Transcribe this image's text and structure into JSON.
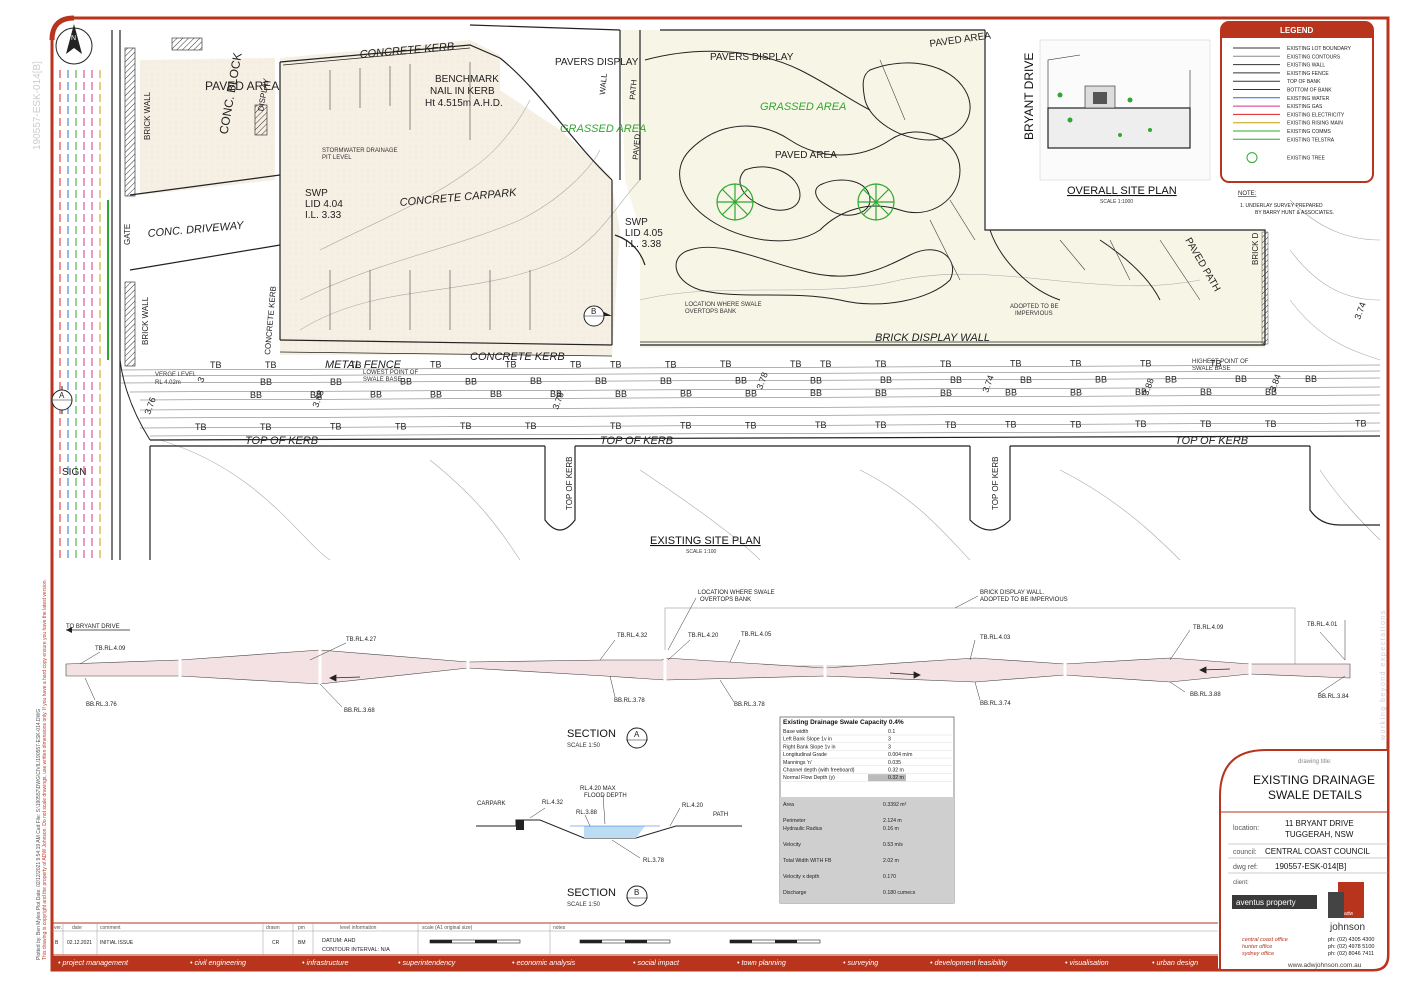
{
  "drawing_number_side": "190557-ESK-014[B]",
  "side_note": "This drawing is copyright and the property of ADW Johnson. Do not scale drawings, use written dimensions only. If you have a hard copy ensure you have the latest version.",
  "plotted_by": "Plotted by: Ben Myles  Plot Date: 02/12/2021 9:54:19 AM  Cad File: S:\\190557\\DWG\\CIVIL\\190557-ESK-014.DWG",
  "main_plan": {
    "title": "EXISTING SITE PLAN",
    "scale": "SCALE 1:100",
    "labels": {
      "concrete_kerb_top": "CONCRETE KERB",
      "paved_area_block": "PAVED AREA",
      "conc_block": "CONC. BLOCK",
      "display": "DISPLAY",
      "benchmark_1": "BENCHMARK",
      "benchmark_2": "NAIL IN KERB",
      "benchmark_3": "Ht 4.515m A.H.D.",
      "pavers_display": "PAVERS DISPLAY",
      "pavers_display_2": "PAVERS DISPLAY",
      "wall": "WALL",
      "path": "PATH",
      "paved": "PAVED",
      "grassed_area": "GRASSED AREA",
      "grassed_area_2": "GRASSED AREA",
      "paved_area": "PAVED AREA",
      "paved_area_2": "PAVED AREA",
      "brick_wall": "BRICK WALL",
      "brick_wall_2": "BRICK WALL",
      "gate": "GATE",
      "conc_driveway": "CONC. DRIVEWAY",
      "stormwater_1": "STORMWATER DRAINAGE",
      "stormwater_2": "PIT LEVEL",
      "swp1_1": "SWP",
      "swp1_2": "LID 4.04",
      "swp1_3": "I.L. 3.33",
      "concrete_carpark": "CONCRETE CARPARK",
      "swp2_1": "SWP",
      "swp2_2": "LID 4.05",
      "swp2_3": "I.L. 3.38",
      "concrete_kerb_side": "CONCRETE KERB",
      "metal_fence": "METAL FENCE",
      "concrete_kerb_bottom": "CONCRETE KERB",
      "location_overtop_1": "LOCATION WHERE SWALE",
      "location_overtop_2": "OVERTOPS BANK",
      "adopted_1": "ADOPTED TO BE",
      "adopted_2": "IMPERVIOUS",
      "brick_display_wall": "BRICK DISPLAY WALL",
      "paved_path": "PAVED PATH",
      "brick_d": "BRICK D",
      "verge_1": "VERGE LEVEL",
      "verge_2": "RL 4.02m",
      "lowest_1": "LOWEST POINT OF",
      "lowest_2": "SWALE BASE",
      "highest_1": "HIGHEST POINT OF",
      "highest_2": "SWALE BASE",
      "top_of_kerb": "TOP OF KERB",
      "sign": "SIGN",
      "section_a_marker": "A",
      "section_b_marker": "B"
    },
    "tb": "TB",
    "bb": "BB",
    "swale_levels": [
      "3",
      "3.76",
      "3.68",
      "3.78",
      "3.78",
      "3.74",
      "3.88",
      "3.84",
      "3.74"
    ]
  },
  "overall_site_plan": {
    "title": "OVERALL SITE PLAN",
    "scale": "SCALE 1:1000",
    "road": "BRYANT DRIVE"
  },
  "legend": {
    "title": "LEGEND",
    "items": [
      {
        "label": "EXISTING LOT BOUNDARY",
        "color": "#333333"
      },
      {
        "label": "EXISTING CONTOURS",
        "color": "#888888"
      },
      {
        "label": "EXISTING WALL",
        "color": "#333333"
      },
      {
        "label": "EXISTING FENCE",
        "color": "#333333"
      },
      {
        "label": "TOP OF BANK",
        "color": "#333333"
      },
      {
        "label": "BOTTOM OF BANK",
        "color": "#333333"
      },
      {
        "label": "EXISTING WATER",
        "color": "#2a6fdb"
      },
      {
        "label": "EXISTING GAS",
        "color": "#d4358b"
      },
      {
        "label": "EXISTING ELECTRICITY",
        "color": "#e02020"
      },
      {
        "label": "EXISTING RISING MAIN",
        "color": "#c8a000"
      },
      {
        "label": "EXISTING COMMS",
        "color": "#2fa82f"
      },
      {
        "label": "EXISTING TELSTRA",
        "color": "#2fa82f"
      },
      {
        "label": "EXISTING TREE",
        "color": "#2fa82f"
      }
    ],
    "note_title": "NOTE:",
    "note_1": "1.   UNDERLAY SURVEY PREPARED",
    "note_2": "BY BARRY HUNT & ASSOCIATES."
  },
  "sections": {
    "to_bryant": "TO BRYANT DRIVE",
    "location_1": "LOCATION WHERE SWALE",
    "location_2": "OVERTOPS BANK",
    "brick_1": "BRICK DISPLAY WALL.",
    "brick_2": "ADOPTED TO BE IMPERVIOUS",
    "tb_labels": [
      "TB.RL.4.09",
      "TB.RL.4.27",
      "TB.RL.4.32",
      "TB.RL.4.20",
      "TB.RL.4.05",
      "TB.RL.4.03",
      "TB.RL.4.09",
      "TB.RL.4.01"
    ],
    "bb_labels": [
      "BB.RL.3.76",
      "BB.RL.3.68",
      "BB.RL.3.78",
      "BB.RL.3.78",
      "BB.RL.3.74",
      "BB.RL.3.88",
      "BB.RL.3.84"
    ],
    "section_a_title": "SECTION",
    "section_a_letter": "A",
    "section_a_scale": "SCALE 1:50",
    "section_b_title": "SECTION",
    "section_b_letter": "B",
    "section_b_scale": "SCALE 1:50",
    "carpark": "CARPARK",
    "rl432": "RL.4.32",
    "rl420max": "RL.4.20 MAX",
    "flood": "FLOOD DEPTH",
    "rl388": "RL.3.88",
    "rl420": "RL.4.20",
    "path": "PATH",
    "rl378": "RL.3.78"
  },
  "capacity": {
    "title": "Existing Drainage Swale Capacity 0.4%",
    "rows": [
      {
        "label": "Base width",
        "value": "0.1"
      },
      {
        "label": "Left Bank Slope 1v in",
        "value": "3"
      },
      {
        "label": "Right Bank Slope 1v in",
        "value": "3"
      },
      {
        "label": "Longitudinal Grade",
        "value": "0.004 m/m"
      },
      {
        "label": "Mannings 'n'",
        "value": "0.035"
      },
      {
        "label": "Channel depth (with freeboard)",
        "value": "0.32 m"
      },
      {
        "label": "Normal Flow Depth (y)",
        "value": "0.32 m"
      }
    ],
    "results": [
      {
        "label": "Area",
        "value": "0.3392 m²"
      },
      {
        "label": "Perimeter",
        "value": "2.124 m"
      },
      {
        "label": "Hydraulic Radius",
        "value": "0.16 m"
      },
      {
        "label": "Velocity",
        "value": "0.53 m/s"
      },
      {
        "label": "Total Width WITH FB",
        "value": "2.02 m"
      },
      {
        "label": "Velocity x depth",
        "value": "0.170"
      },
      {
        "label": "Discharge",
        "value": "0.180 cumecs"
      }
    ]
  },
  "title_block": {
    "drawing_title_label": "drawing title:",
    "drawing_title_1": "EXISTING DRAINAGE",
    "drawing_title_2": "SWALE DETAILS",
    "location_label": "location:",
    "location_1": "11 BRYANT DRIVE",
    "location_2": "TUGGERAH, NSW",
    "council_label": "council:",
    "council": "CENTRAL COAST COUNCIL",
    "dwg_ref_label": "dwg ref:",
    "dwg_ref": "190557-ESK-014[B]",
    "client_label": "client:",
    "client_logo": "aventus property",
    "company": "johnson",
    "company_small": "adw",
    "offices": [
      {
        "name": "central coast office",
        "phone": "ph: (02) 4305 4300"
      },
      {
        "name": "hunter office",
        "phone": "ph: (02) 4978 5100"
      },
      {
        "name": "sydney office",
        "phone": "ph: (02) 8046 7411"
      }
    ],
    "website": "www.adwjohnson.com.au",
    "tagline": "working beyond expectations"
  },
  "revision": {
    "headers": {
      "ver": "ver.",
      "date": "date",
      "comment": "comment",
      "drawn": "drawn",
      "pm": "pm",
      "level": "level information",
      "scale": "scale (A1 original size)",
      "notes": "notes"
    },
    "row": {
      "ver": "B",
      "date": "02.12.2021",
      "comment": "INITIAL ISSUE",
      "drawn": "CR",
      "pm": "BM"
    },
    "datum": "DATUM: AHD",
    "contour": "CONTOUR INTERVAL: N/A"
  },
  "services": [
    "project management",
    "civil engineering",
    "infrastructure",
    "superintendency",
    "economic analysis",
    "social impact",
    "town planning",
    "surveying",
    "development feasibility",
    "visualisation",
    "urban design"
  ]
}
